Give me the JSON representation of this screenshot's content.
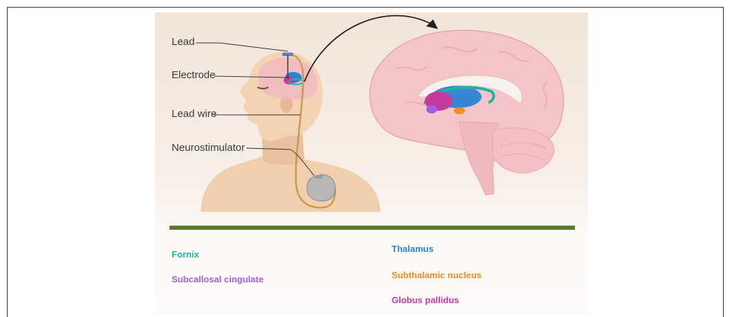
{
  "labels": {
    "lead": "Lead",
    "electrode": "Electrode",
    "lead_wire": "Lead wire",
    "neurostimulator": "Neurostimulator"
  },
  "legend": {
    "fornix": "Fornix",
    "subcallosal_cingulate": "Subcallosal cingulate",
    "thalamus": "Thalamus",
    "subthalamic_nucleus": "Subthalamic nucleus",
    "globus_pallidus": "Globus pallidus"
  },
  "colors": {
    "fornix": "#1fb3a3",
    "subcallosal_cingulate": "#a45ee5",
    "thalamus": "#2b83d6",
    "subthalamic_nucleus": "#f28c1f",
    "globus_pallidus": "#c13c9e",
    "divider": "#5a7a2e"
  }
}
